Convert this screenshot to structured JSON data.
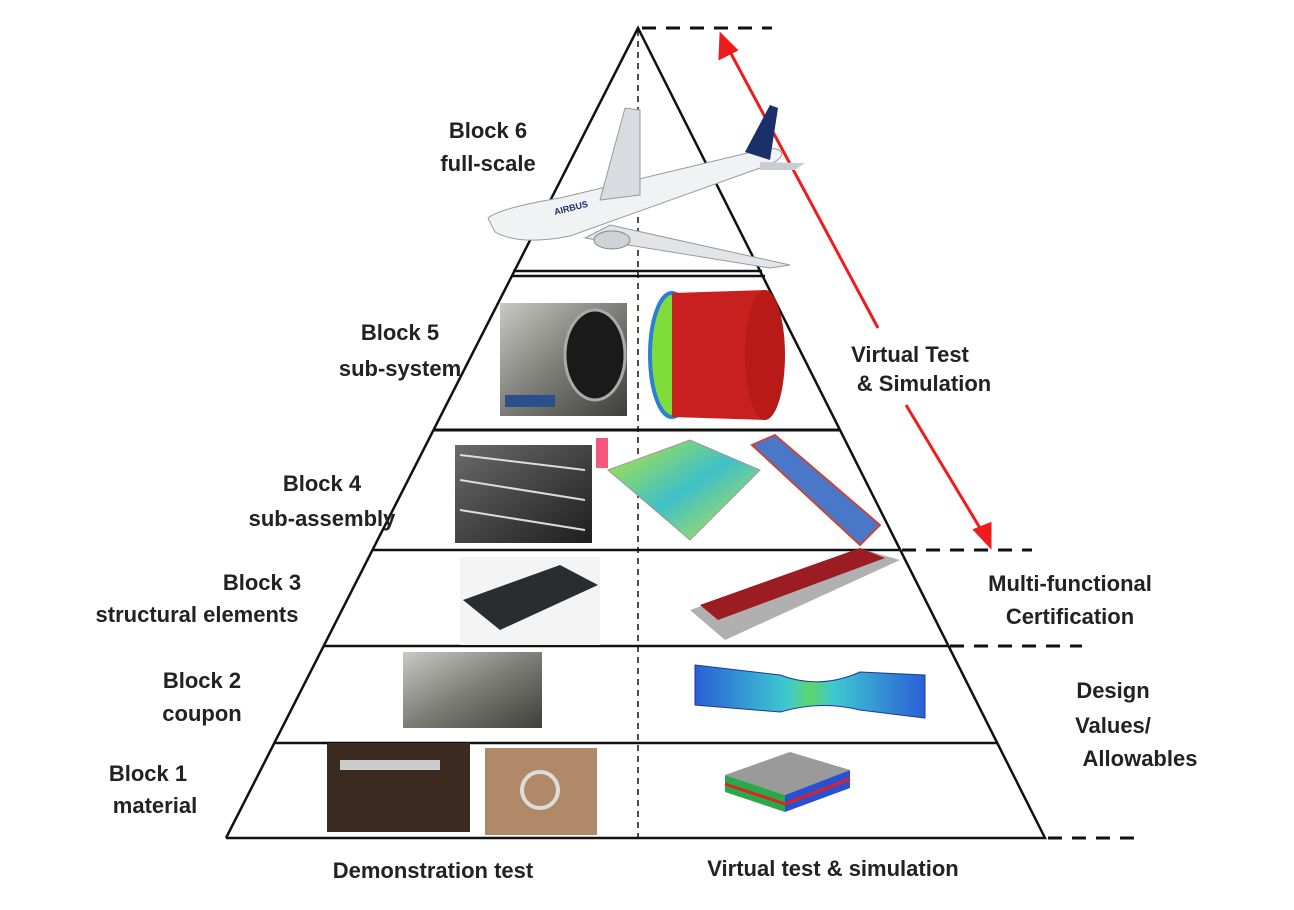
{
  "levels": [
    {
      "title": "Block 6",
      "subtitle": "full-scale"
    },
    {
      "title": "Block 5",
      "subtitle": "sub-system"
    },
    {
      "title": "Block 4",
      "subtitle": "sub-assembly"
    },
    {
      "title": "Block 3",
      "subtitle": "structural elements"
    },
    {
      "title": "Block 2",
      "subtitle": "coupon"
    },
    {
      "title": "Block 1",
      "subtitle": "material"
    }
  ],
  "right_labels": {
    "virtual_test": [
      "Virtual Test",
      "& Simulation"
    ],
    "certification": [
      "Multi-functional",
      "Certification"
    ],
    "design_values": [
      "Design",
      "Values/",
      "Allowables"
    ]
  },
  "bottom_labels": {
    "left": "Demonstration test",
    "right": "Virtual test & simulation"
  },
  "colors": {
    "arrow": "#ee1c1c",
    "lines": "#111111",
    "fem_red": "#c8201e",
    "fem_blue": "#2a7fd6",
    "fem_green": "#7fdc3a"
  }
}
